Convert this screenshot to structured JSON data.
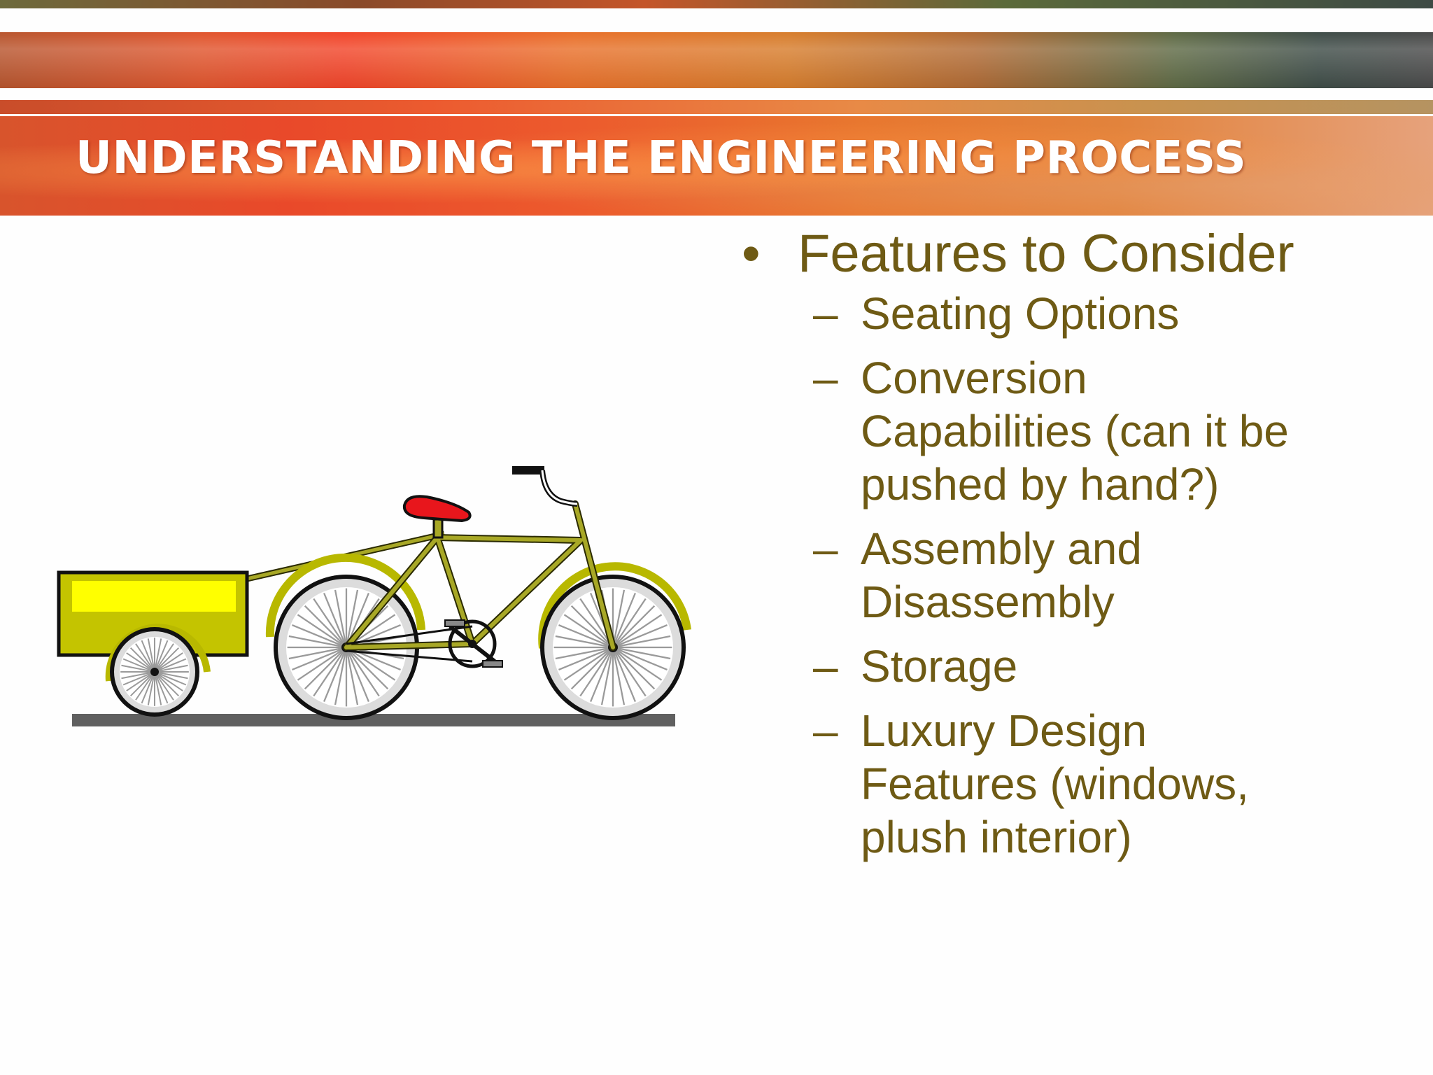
{
  "slide": {
    "title": "UNDERSTANDING THE ENGINEERING PROCESS"
  },
  "content": {
    "bullet_symbol": "•",
    "dash_symbol": "–",
    "main_bullet": "Features to Consider",
    "sub_items": [
      {
        "lines": [
          "Seating Options"
        ]
      },
      {
        "lines": [
          "Conversion",
          "Capabilities (can it be",
          "pushed by hand?)"
        ]
      },
      {
        "lines": [
          "Assembly and",
          "Disassembly"
        ]
      },
      {
        "lines": [
          "Storage"
        ]
      },
      {
        "lines": [
          "Luxury Design",
          "Features (windows,",
          "plush interior)"
        ]
      }
    ]
  },
  "colors": {
    "text": "#6e5a14",
    "title": "#ffffff",
    "frame": "#a8a826",
    "cart": "#c4c400",
    "cart_panel": "#ffff00",
    "seat": "#e8161c",
    "tire": "#dcdcdc",
    "fender": "#b8b800",
    "ground": "#606060"
  },
  "illustration": {
    "subject": "bicycle-with-trailer"
  }
}
